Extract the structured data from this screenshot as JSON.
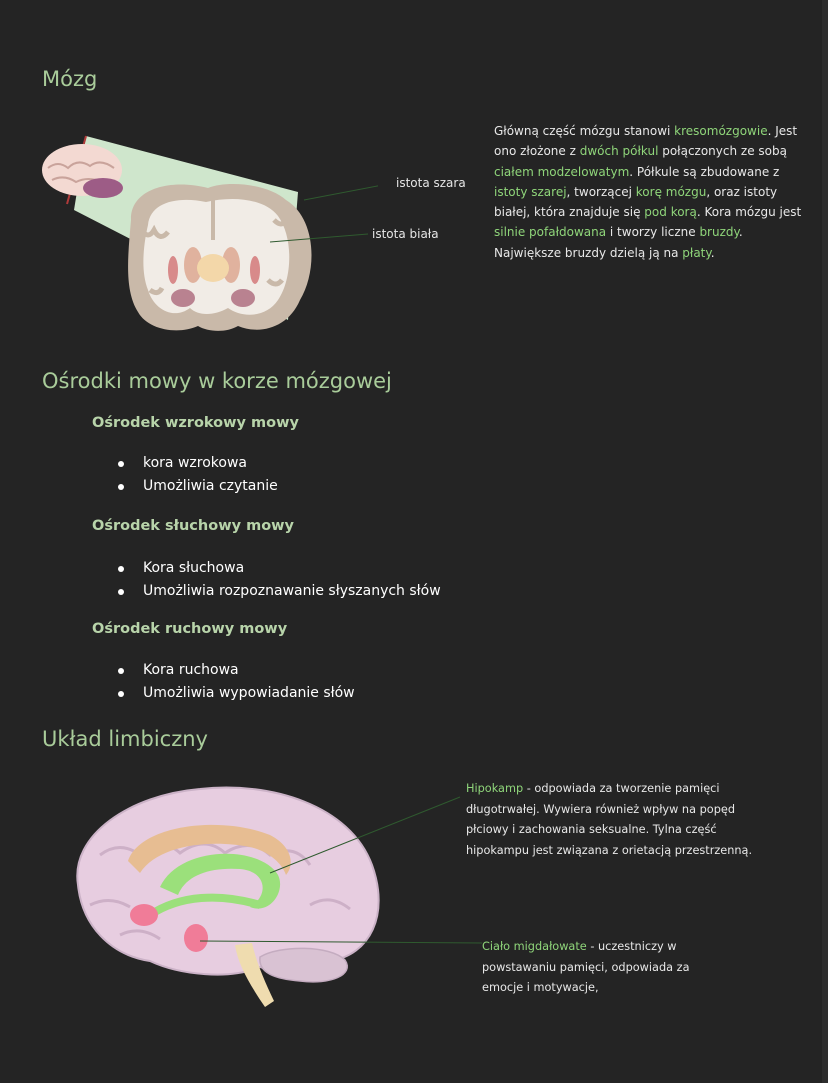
{
  "section1": {
    "title": "Mózg",
    "label_gray": "istota szara",
    "label_white": "istota biała",
    "paragraph_parts": [
      {
        "t": "Główną część mózgu stanowi ",
        "g": false
      },
      {
        "t": "kresomózgowie",
        "g": true
      },
      {
        "t": ". Jest ono złożone z ",
        "g": false
      },
      {
        "t": "dwóch półkul",
        "g": true
      },
      {
        "t": " połączonych ze sobą ",
        "g": false
      },
      {
        "t": "ciałem modzelowatym",
        "g": true
      },
      {
        "t": ". Półkule są zbudowane z ",
        "g": false
      },
      {
        "t": "istoty szarej",
        "g": true
      },
      {
        "t": ", tworzącej ",
        "g": false
      },
      {
        "t": "korę mózgu",
        "g": true
      },
      {
        "t": ", oraz istoty białej, która znajduje się ",
        "g": false
      },
      {
        "t": "pod korą",
        "g": true
      },
      {
        "t": ". Kora mózgu jest ",
        "g": false
      },
      {
        "t": "silnie pofałdowana",
        "g": true
      },
      {
        "t": " i tworzy liczne ",
        "g": false
      },
      {
        "t": "bruzdy",
        "g": true
      },
      {
        "t": ". Największe bruzdy dzielą ją na ",
        "g": false
      },
      {
        "t": "płaty",
        "g": true
      },
      {
        "t": ".",
        "g": false
      }
    ]
  },
  "section2": {
    "title": "Ośrodki mowy w korze mózgowej",
    "groups": [
      {
        "heading": "Ośrodek wzrokowy mowy",
        "items": [
          "kora wzrokowa",
          "Umożliwia czytanie"
        ]
      },
      {
        "heading": "Ośrodek słuchowy mowy",
        "items": [
          "Kora słuchowa",
          "Umożliwia rozpoznawanie słyszanych słów"
        ]
      },
      {
        "heading": "Ośrodek ruchowy mowy",
        "items": [
          "Kora ruchowa",
          "Umożliwia wypowiadanie słów"
        ]
      }
    ]
  },
  "section3": {
    "title": "Układ limbiczny",
    "hippo_parts": [
      {
        "t": "Hipokamp",
        "g": true
      },
      {
        "t": " - odpowiada za tworzenie pamięci długotrwałej. Wywiera również wpływ na popęd płciowy i zachowania seksualne. Tylna część hipokampu jest związana z orietacją przestrzenną.",
        "g": false
      }
    ],
    "amyg_parts": [
      {
        "t": "Ciało migdałowate",
        "g": true
      },
      {
        "t": " - uczestniczy w powstawaniu pamięci, odpowiada za emocje i motywacje,",
        "g": false
      }
    ]
  },
  "colors": {
    "background": "#242424",
    "heading": "#a9cc9a",
    "highlight": "#8fd57a"
  }
}
